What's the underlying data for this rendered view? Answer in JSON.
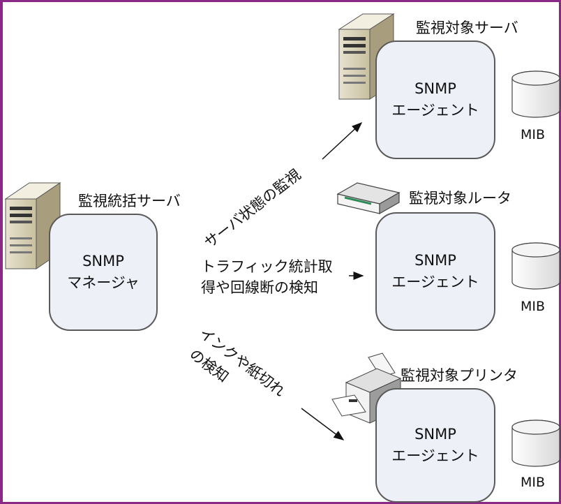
{
  "manager": {
    "title": "監視統括サーバ",
    "line1": "SNMP",
    "line2": "マネージャ"
  },
  "agents": [
    {
      "title": "監視対象サーバ",
      "line1": "SNMP",
      "line2": "エージェント",
      "mib": "MIB",
      "device_icon": "server-icon"
    },
    {
      "title": "監視対象ルータ",
      "line1": "SNMP",
      "line2": "エージェント",
      "mib": "MIB",
      "device_icon": "router-icon"
    },
    {
      "title": "監視対象プリンタ",
      "line1": "SNMP",
      "line2": "エージェント",
      "mib": "MIB",
      "device_icon": "printer-icon"
    }
  ],
  "edges": {
    "server": "サーバ状態の監視",
    "router_line1": "トラフィック統計取",
    "router_line2": "得や回線断の検知",
    "printer_line1": "インクや紙切れ",
    "printer_line2": "の検知"
  },
  "colors": {
    "frame": "#8b2a86",
    "box_fill": "#eef0f8",
    "box_border": "#5a5a5a"
  }
}
